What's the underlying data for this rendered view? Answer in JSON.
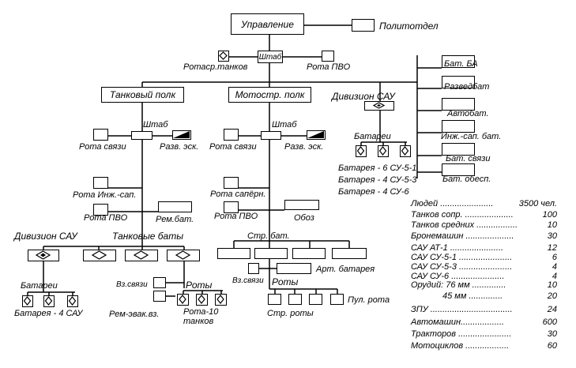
{
  "diagram": {
    "hq": "Управление",
    "politotdel": "Политотдел",
    "shtab": "Штаб",
    "rota_sr_tankov": "Ротаср.танков",
    "rota_pvo": "Рота ПВО",
    "tank_regiment": "Танковый полк",
    "moto_regiment": "Мотостр. полк",
    "sau_div": "Дивизион САУ",
    "sau_batteries_label": "Батареи",
    "sau_battery_1": "Батарея - 6 СУ-5-1",
    "sau_battery_2": "Батарея - 4 СУ-5-3",
    "sau_battery_3": "Батарея - 4 СУ-6",
    "right_units": [
      "Бат. БА",
      "Разведбат",
      "Автобат.",
      "Инж.-сап. бат.",
      "Бат. связи",
      "Бат. обесп."
    ],
    "tank": {
      "shtab": "Штаб",
      "rota_svyazi": "Рота связи",
      "razv_esk": "Разв. эск.",
      "rota_inzh": "Рота Инж.-сап.",
      "rota_pvo": "Рота ПВО",
      "rem_bat": "Рем.бат.",
      "div_sau": "Дивизион САУ",
      "tank_bat": "Танковые баты",
      "batarei": "Батареи",
      "batarei_note": "Батарея - 4 САУ",
      "vz_svyazi": "Вз.связи",
      "roty": "Роты",
      "rem_evak": "Рем-эвак.вз.",
      "rota_10": "Рота-10 танков"
    },
    "moto": {
      "shtab": "Штаб",
      "rota_svyazi": "Рота связи",
      "razv_esk": "Разв. эск.",
      "rota_saper": "Рота сапёрн.",
      "rota_pvo": "Рота ПВО",
      "oboz": "Обоз",
      "str_bat": "Стр. бат.",
      "art_bat": "Арт. батарея",
      "vz_svyazi": "Вз.связи",
      "roty": "Роты",
      "pul_rota": "Пул. рота",
      "str_roty": "Стр. роты"
    }
  },
  "stats": [
    {
      "label": "Людей",
      "value": "3500 чел."
    },
    {
      "label": "Танков сопр.",
      "value": "100"
    },
    {
      "label": "Танков средних",
      "value": "10"
    },
    {
      "label": "Бронемашин",
      "value": "30"
    },
    {
      "label": "САУ АТ-1",
      "value": "12"
    },
    {
      "label": "САУ СУ-5-1",
      "value": "6"
    },
    {
      "label": "САУ СУ-5-3",
      "value": "4"
    },
    {
      "label": "САУ СУ-6",
      "value": "4"
    },
    {
      "label": "Орудий: 76 мм",
      "value": "10"
    },
    {
      "label": "45 мм",
      "value": "20"
    },
    {
      "label": "ЗПУ",
      "value": "24"
    },
    {
      "label": "Автомашин",
      "value": "600"
    },
    {
      "label": "Тракторов",
      "value": "30"
    },
    {
      "label": "Мотоциклов",
      "value": "60"
    }
  ]
}
